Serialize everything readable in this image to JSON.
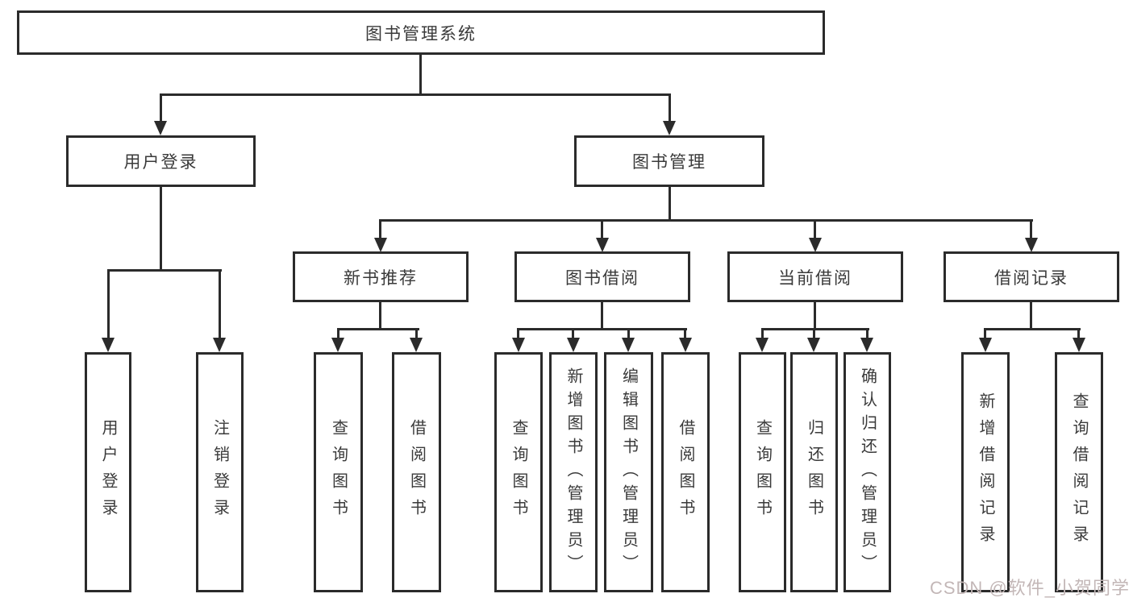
{
  "diagram": {
    "root": {
      "label": "图书管理系统"
    },
    "branches": [
      {
        "label": "用户登录",
        "children": [
          "用户登录",
          "注销登录"
        ]
      },
      {
        "label": "图书管理",
        "children": [
          {
            "label": "新书推荐",
            "children": [
              "查询图书",
              "借阅图书"
            ]
          },
          {
            "label": "图书借阅",
            "children": [
              "查询图书",
              "新增图书（管理员）",
              "编辑图书（管理员）",
              "借阅图书"
            ]
          },
          {
            "label": "当前借阅",
            "children": [
              "查询图书",
              "归还图书",
              "确认归还（管理员）"
            ]
          },
          {
            "label": "借阅记录",
            "children": [
              "新增借阅记录",
              "查询借阅记录"
            ]
          }
        ]
      }
    ]
  },
  "watermark": {
    "text": "CSDN @软件_小贺同学"
  },
  "colors": {
    "line": "#2b2b2b",
    "box_border": "#2b2b2b",
    "text": "#3a3a3a",
    "background": "#ffffff",
    "watermark": "#c3b7b7"
  }
}
